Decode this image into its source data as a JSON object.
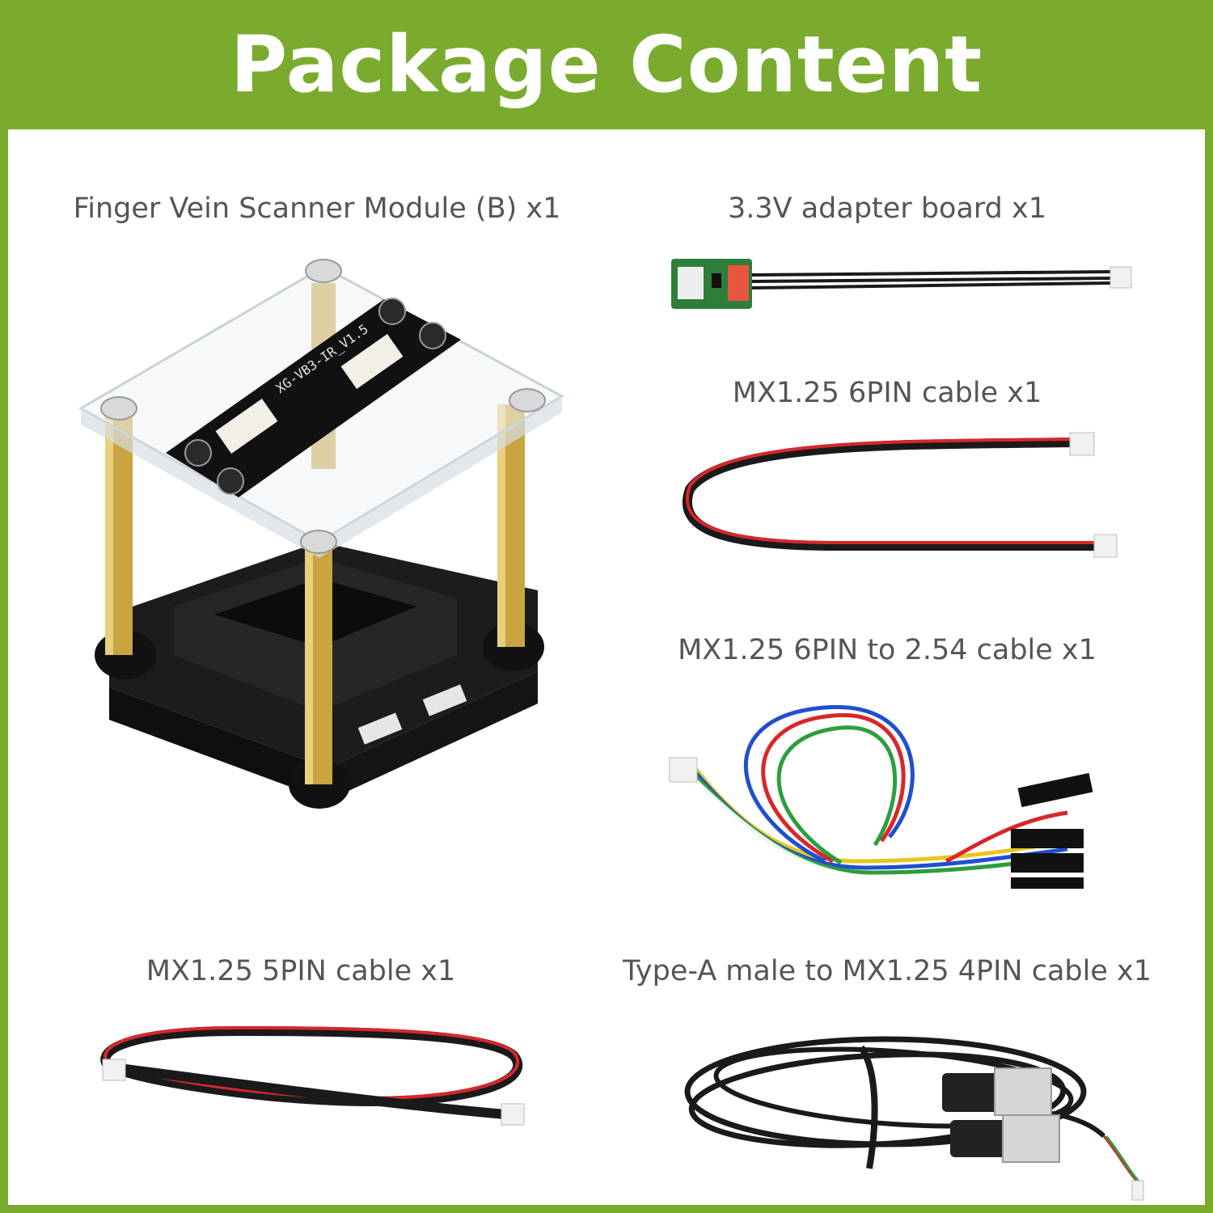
{
  "header": {
    "title": "Package Content"
  },
  "items": [
    {
      "label": "Finger Vein Scanner Module (B) x1",
      "pcb_text": "XG-VB3-IR_V1.5"
    },
    {
      "label": "3.3V adapter board x1"
    },
    {
      "label": "MX1.25 6PIN cable x1"
    },
    {
      "label": "MX1.25 6PIN to 2.54 cable x1"
    },
    {
      "label": "MX1.25 5PIN cable x1"
    },
    {
      "label": "Type-A male to MX1.25 4PIN cable x1"
    }
  ],
  "colors": {
    "brand_green": "#7aab2f",
    "label_gray": "#555555",
    "wire_red": "#d8272a",
    "wire_black": "#1a1a1a"
  }
}
